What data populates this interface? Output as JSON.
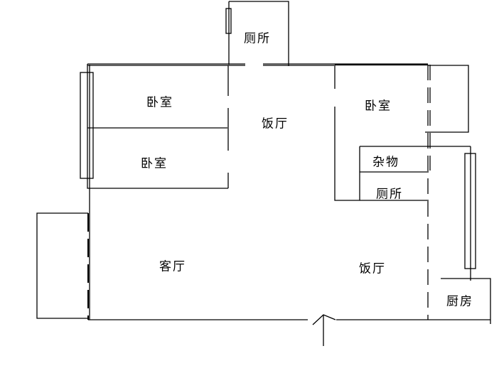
{
  "rooms": {
    "bedroom_top_left": "卧室",
    "bedroom_mid_left": "卧室",
    "toilet_top": "厕所",
    "dining_top": "饭厅",
    "bedroom_right": "卧室",
    "storage": "杂物",
    "toilet_right": "厕所",
    "living_room": "客厅",
    "dining_bottom": "饭厅",
    "kitchen": "厨房"
  },
  "colors": {
    "line": "#000000",
    "background": "#ffffff"
  }
}
